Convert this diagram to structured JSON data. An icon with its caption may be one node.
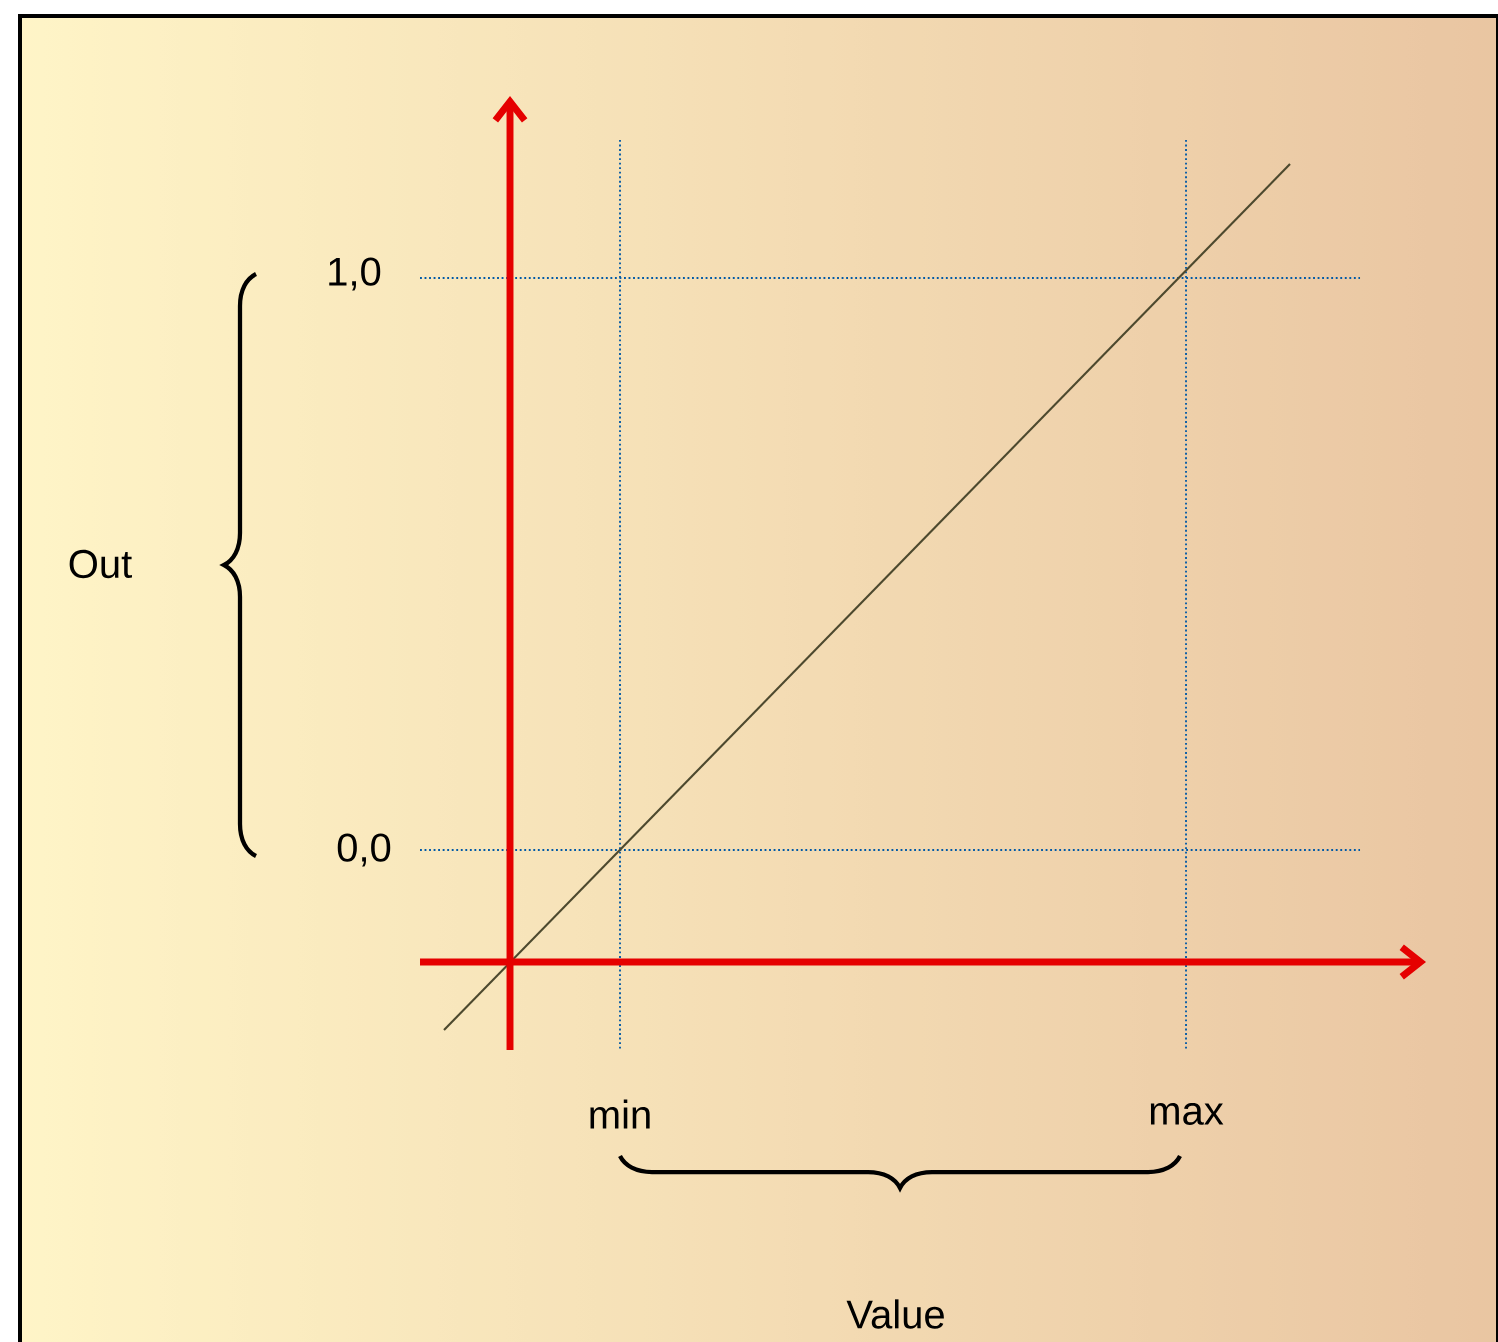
{
  "diagram": {
    "labels": [
      "1,0",
      "Out",
      "0,0",
      "min",
      "max",
      "Value"
    ]
  }
}
